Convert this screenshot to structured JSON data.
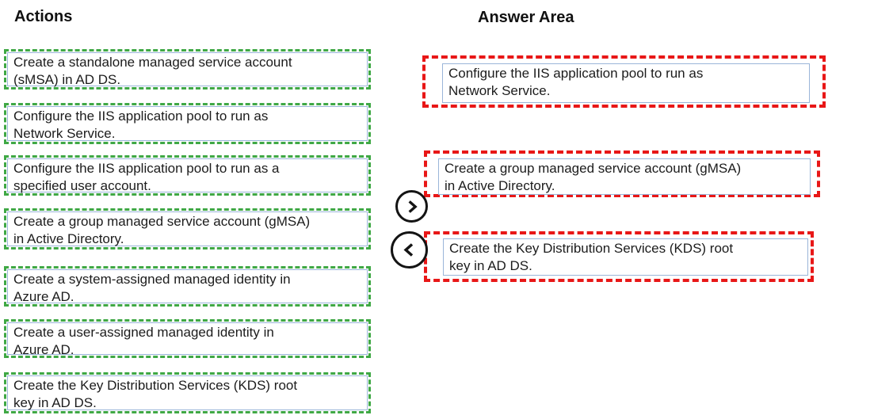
{
  "headers": {
    "actions": "Actions",
    "answer_area": "Answer Area"
  },
  "actions": [
    {
      "label": "Create a standalone managed service account\n(sMSA) in AD DS."
    },
    {
      "label": "Configure the IIS application pool to run as\nNetwork Service."
    },
    {
      "label": "Configure the IIS application pool to run as a\nspecified user account."
    },
    {
      "label": "Create a group managed service account (gMSA)\nin Active Directory."
    },
    {
      "label": "Create a system-assigned managed identity in\nAzure AD."
    },
    {
      "label": "Create a user-assigned managed identity in\nAzure AD."
    },
    {
      "label": "Create the Key Distribution Services (KDS) root\nkey in AD DS."
    }
  ],
  "answers": [
    {
      "label": "Configure the IIS application pool to run as\nNetwork Service."
    },
    {
      "label": "Create a group managed service account (gMSA)\nin Active Directory."
    },
    {
      "label": "Create the Key Distribution Services (KDS) root\nkey in AD DS."
    }
  ],
  "controls": {
    "move_right_icon": "chevron-right",
    "move_left_icon": "chevron-left"
  },
  "colors": {
    "action_dash": "#3fa845",
    "answer_dash": "#e81717",
    "box_border": "#9ab5d9",
    "text": "#1c1c1c"
  }
}
